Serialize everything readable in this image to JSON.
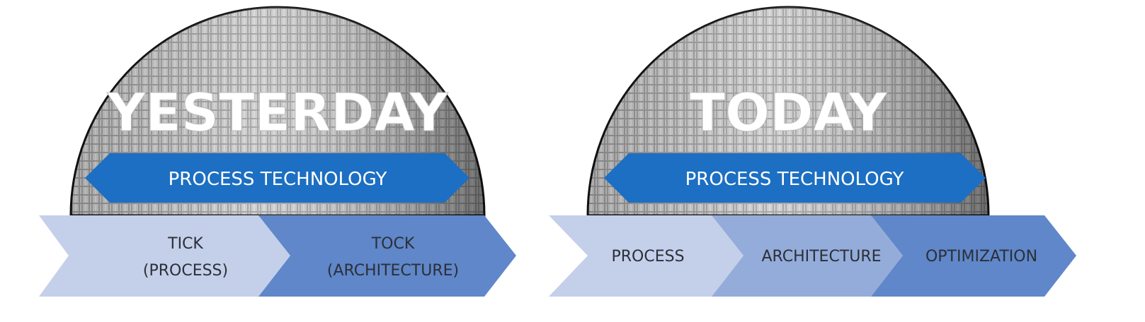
{
  "colors": {
    "banner": "#1c6fc2",
    "chevron_light": "#c4cfea",
    "chevron_mid": "#94acd9",
    "chevron_dark": "#5f87c9",
    "dome": "#8a8a8a"
  },
  "yesterday": {
    "title": "YESTERDAY",
    "banner": "PROCESS TECHNOLOGY",
    "steps": [
      {
        "line1": "TICK",
        "line2": "(PROCESS)"
      },
      {
        "line1": "TOCK",
        "line2": "(ARCHITECTURE)"
      }
    ]
  },
  "today": {
    "title": "TODAY",
    "banner": "PROCESS TECHNOLOGY",
    "steps": [
      {
        "label": "PROCESS"
      },
      {
        "label": "ARCHITECTURE"
      },
      {
        "label": "OPTIMIZATION"
      }
    ]
  }
}
